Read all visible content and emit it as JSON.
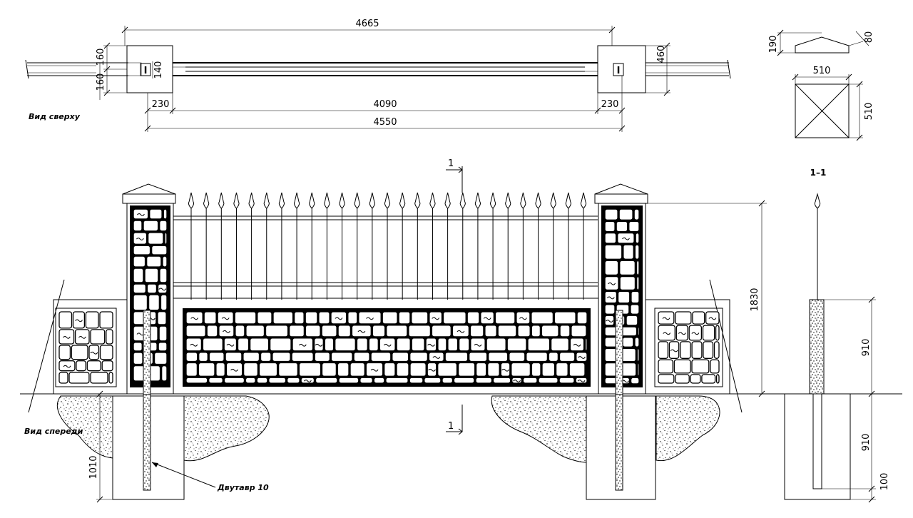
{
  "dimensions": {
    "overall_length": "4665",
    "clear_span": "4090",
    "post_to_post": "4550",
    "pillar_offset_left": "230",
    "pillar_offset_right": "230",
    "half_width_top": "160",
    "half_width_bottom": "160",
    "beam_width": "140",
    "pillar_width": "460",
    "cap_height": "190",
    "cap_slope": "80",
    "cap_width": "510",
    "cap_depth": "510",
    "total_height": "1830",
    "plinth_height": "910",
    "foundation_depth": "910",
    "foundation_base": "100",
    "pile_depth": "1010"
  },
  "labels": {
    "top_view": "Вид сверху",
    "front_view": "Вид спереди",
    "beam": "Двутавр 10",
    "section": "1–1",
    "section_mark": "1"
  }
}
